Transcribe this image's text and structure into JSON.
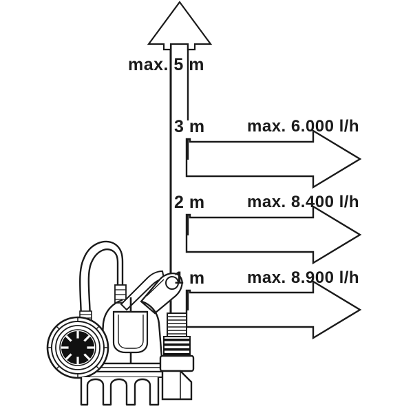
{
  "diagram": {
    "title": "Submersible pump delivery head and flow rate diagram",
    "colors": {
      "stroke": "#1a1a1a",
      "fill": "#ffffff",
      "text": "#1a1a1a",
      "shade": "#8a8a8a",
      "dark": "#000000"
    },
    "max_head": {
      "label": "max. 5 m",
      "icon": "up-arrow-icon"
    },
    "levels": [
      {
        "height_label": "3 m",
        "flow_label": "max. 6.000 l/h",
        "arrow_icon": "right-arrow-icon"
      },
      {
        "height_label": "2 m",
        "flow_label": "max. 8.400 l/h",
        "arrow_icon": "right-arrow-icon"
      },
      {
        "height_label": "1 m",
        "flow_label": "max. 8.900 l/h",
        "arrow_icon": "right-arrow-icon"
      }
    ],
    "pump": {
      "name": "submersible-pump-illustration",
      "parts": [
        "power-cable",
        "float-switch",
        "carry-handle",
        "impeller-strainer",
        "pump-body",
        "discharge-port",
        "base-feet"
      ]
    }
  }
}
